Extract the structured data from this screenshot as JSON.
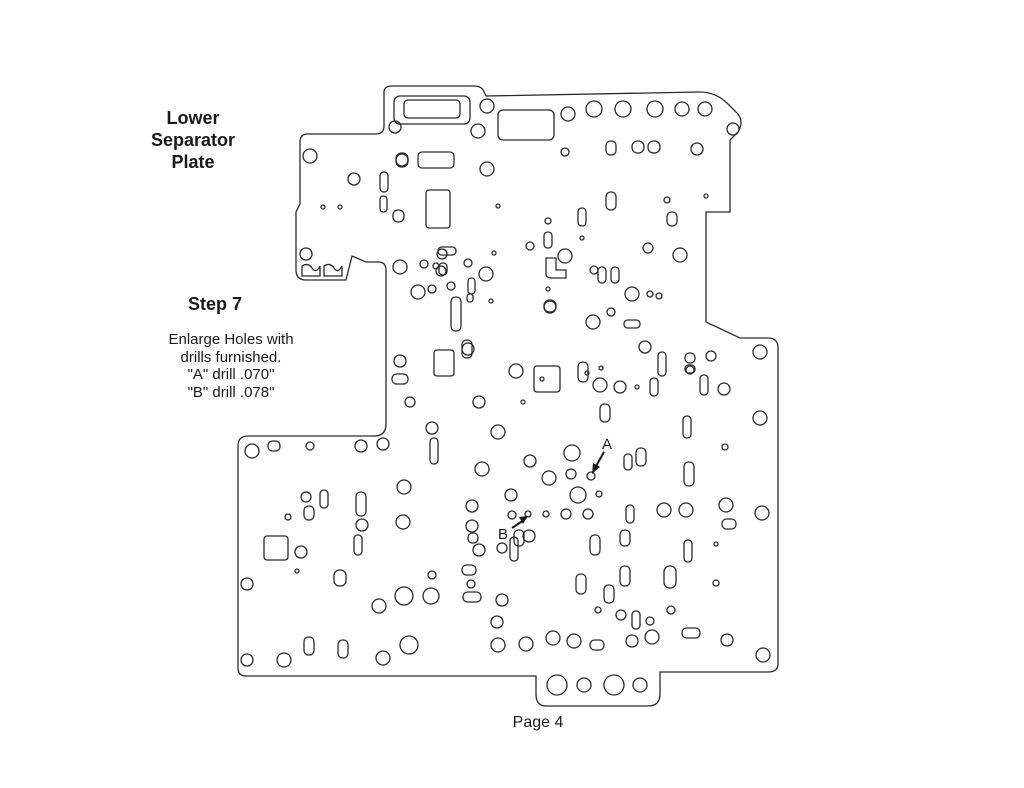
{
  "title": {
    "lines": [
      "Lower",
      "Separator",
      "Plate"
    ]
  },
  "step": {
    "heading": "Step 7",
    "lines": [
      "Enlarge Holes with",
      "drills furnished.",
      "\"A\" drill .070\"",
      "\"B\" drill .078\""
    ]
  },
  "callouts": {
    "a": "A",
    "b": "B"
  },
  "footer": {
    "page": "Page 4"
  },
  "colors": {
    "line": "#2a2a2a",
    "text": "#1a1a1a",
    "background": "#ffffff"
  }
}
